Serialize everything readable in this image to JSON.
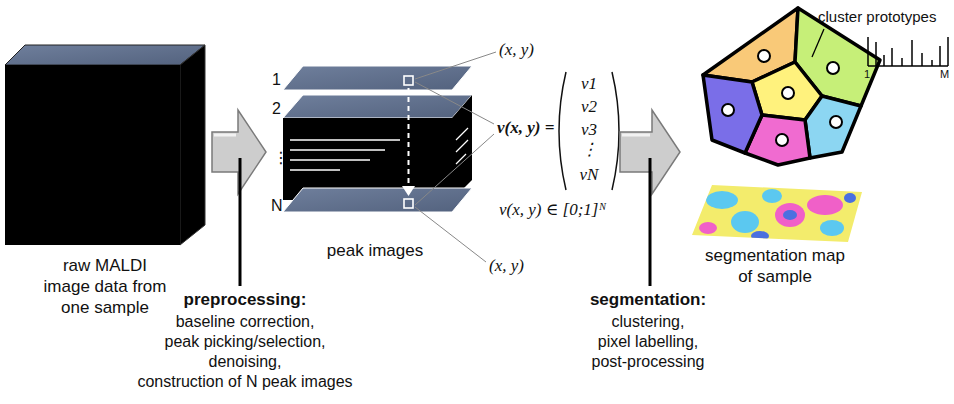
{
  "diagram": {
    "nodes": [
      {
        "text": [
          "raw MALDI image data from one sample"
        ]
      },
      {
        "text": [
          "peak images"
        ]
      },
      {
        "text": [
          "segmentation map of sample"
        ]
      }
    ],
    "edges": [
      {
        "from": 0,
        "to": 1,
        "arrow": "to"
      },
      {
        "from": 1,
        "to": 2,
        "arrow": "to"
      }
    ],
    "labels": [
      "1",
      "2",
      "⋮",
      "N",
      "(x, y)",
      "v(x, y) =",
      "v1",
      "v2",
      "v3",
      "⋮",
      "vN",
      "v(x, y) ∈ [0;1]ᴺ",
      "(x, y)",
      "preprocessing:",
      "baseline correction,",
      "peak picking/selection,",
      "denoising,",
      "construction of N peak images",
      "segmentation:",
      "clustering,",
      "pixel labelling,",
      "post-processing",
      "cluster prototypes",
      "1",
      "M"
    ]
  }
}
